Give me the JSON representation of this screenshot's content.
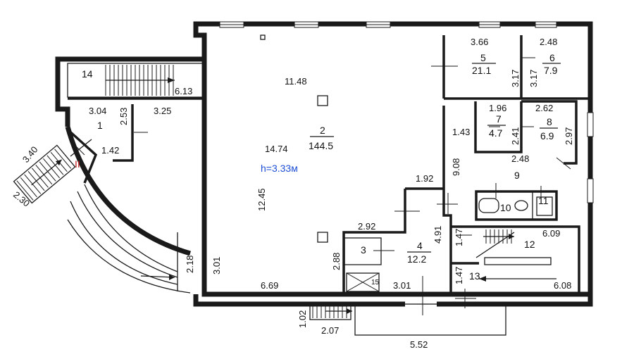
{
  "plan": {
    "ceiling_height": "h=3.33м",
    "entrance_marker": "II",
    "accent_color": "#1e4fd6",
    "marker_color": "#c81e1e",
    "rooms": [
      {
        "id": "1",
        "area": ""
      },
      {
        "id": "2",
        "area": "144.5"
      },
      {
        "id": "3",
        "area": ""
      },
      {
        "id": "4",
        "area": "12.2"
      },
      {
        "id": "5",
        "area": "21.1"
      },
      {
        "id": "6",
        "area": "7.9"
      },
      {
        "id": "7",
        "area": "4.7"
      },
      {
        "id": "8",
        "area": "6.9"
      },
      {
        "id": "9",
        "area": ""
      },
      {
        "id": "10",
        "area": ""
      },
      {
        "id": "11",
        "area": ""
      },
      {
        "id": "12",
        "area": ""
      },
      {
        "id": "13",
        "area": ""
      },
      {
        "id": "14",
        "area": ""
      },
      {
        "id": "15",
        "area": ""
      }
    ],
    "dimensions": {
      "d_11_48": "11.48",
      "d_14_74": "14.74",
      "d_12_45": "12.45",
      "d_6_69": "6.69",
      "d_3_01_left": "3.01",
      "d_2_88": "2.88",
      "d_2_92": "2.92",
      "d_1_92": "1.92",
      "d_4_91": "4.91",
      "d_9_08": "9.08",
      "d_3_66": "3.66",
      "d_2_48_top": "2.48",
      "d_3_17_a": "3.17",
      "d_3_17_b": "3.17",
      "d_1_96": "1.96",
      "d_2_62": "2.62",
      "d_1_43": "1.43",
      "d_2_41": "2.41",
      "d_2_97": "2.97",
      "d_2_48_mid": "2.48",
      "d_6_09": "6.09",
      "d_1_47_a": "1.47",
      "d_1_47_b": "1.47",
      "d_6_08": "6.08",
      "d_3_01_bottom": "3.01",
      "d_6_13": "6.13",
      "d_3_04": "3.04",
      "d_2_53": "2.53",
      "d_3_25": "3.25",
      "d_1_42": "1.42",
      "d_3_40": "3.40",
      "d_2_30": "2.30",
      "d_2_18": "2.18",
      "d_1_02": "1.02",
      "d_2_07": "2.07",
      "d_5_52": "5.52"
    }
  }
}
